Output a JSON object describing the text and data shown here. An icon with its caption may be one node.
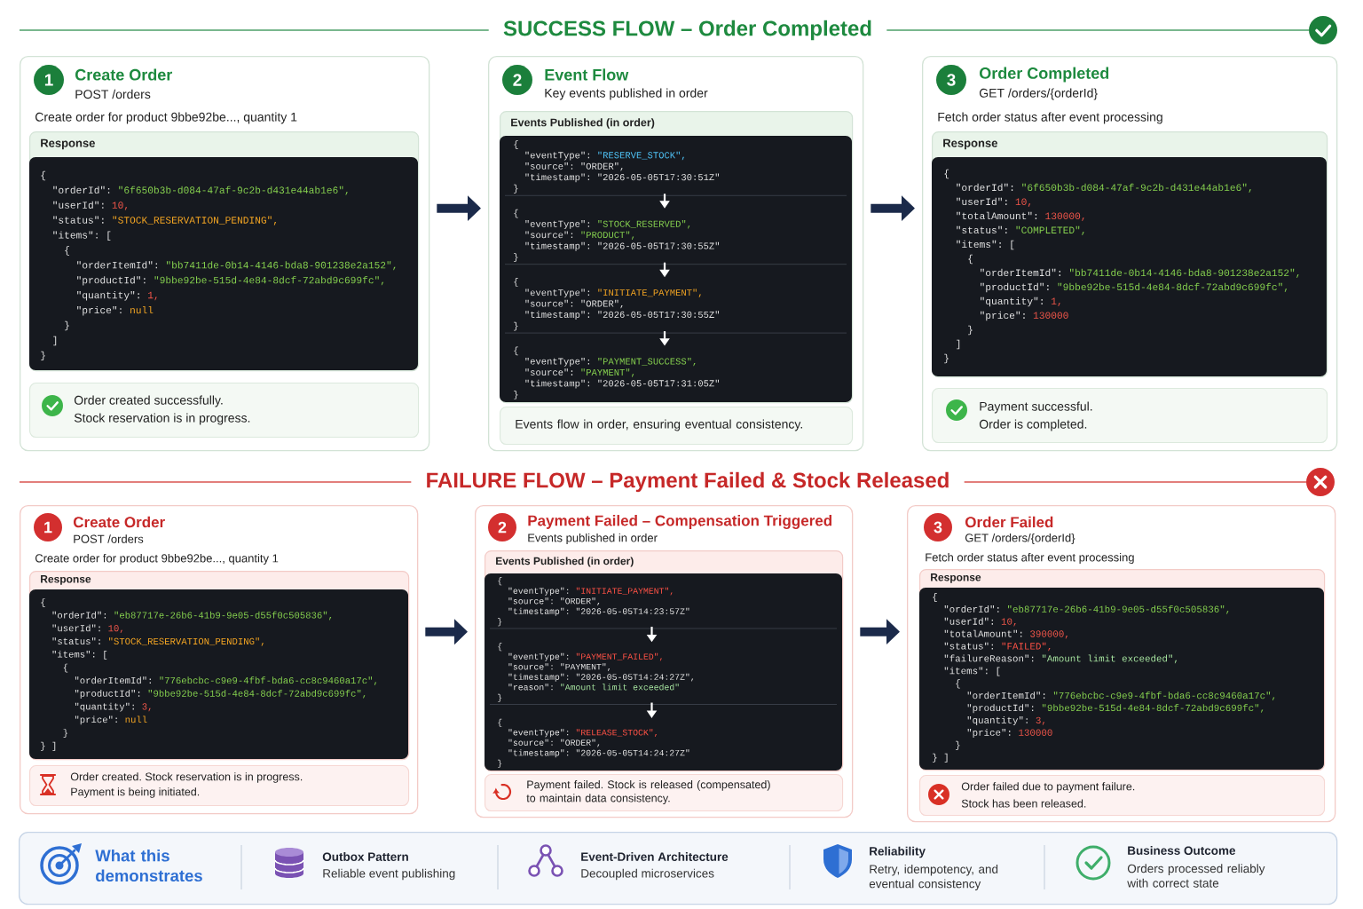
{
  "diagram": {
    "nodes": [
      {
        "text": [
          "Create Order",
          "POST /orders",
          "Create order for product 9bbe92be..., quantity 1"
        ]
      },
      {
        "text": [
          "1"
        ],
        "in": 0
      },
      {
        "text": [
          "Response"
        ],
        "in": 0
      },
      {
        "text": [
          "{",
          "\"orderId\": \"6f650b3b-d084-47af-9c2b-d431e44ab1e6\",",
          "\"userId\": 10,",
          "\"status\": \"STOCK_RESERVATION_PENDING\",",
          "\"items\": [",
          "{",
          "\"orderItemId\": \"bb7411de-0b14-4146-bda8-901238e2a152\",",
          "\"productId\": \"9bbe92be-515d-4e84-8dcf-72abd9c699fc\",",
          "\"quantity\": 1,",
          "\"price\": null",
          "}",
          "]",
          "}"
        ],
        "in": 2
      },
      {
        "text": [
          "Order created successfully.",
          "Stock reservation is in progress."
        ],
        "in": 0
      },
      {
        "text": [
          "Event Flow",
          "Key events published in order"
        ]
      },
      {
        "text": [
          "2"
        ],
        "in": 5
      },
      {
        "text": [
          "Events Published (in order)"
        ],
        "in": 5
      },
      {
        "text": [],
        "shape": "box",
        "in": 7
      },
      {
        "text": [
          "{",
          "\"eventType\": \"RESERVE_STOCK\",",
          "\"source\": \"ORDER\",",
          "\"timestamp\": \"2026-05-05T17:30:51Z\"",
          "}"
        ],
        "in": 8
      },
      {
        "text": [
          "{",
          "\"eventType\": \"STOCK_RESERVED\",",
          "\"source\": \"PRODUCT\",",
          "\"timestamp\": \"2026-05-05T17:30:55Z\"",
          "}"
        ],
        "in": 8
      },
      {
        "text": [
          "{",
          "\"eventType\": \"INITIATE_PAYMENT\",",
          "\"source\": \"ORDER\",",
          "\"timestamp\": \"2026-05-05T17:30:55Z\"",
          "}"
        ],
        "in": 8
      },
      {
        "text": [
          "{",
          "\"eventType\": \"PAYMENT_SUCCESS\",",
          "\"source\": \"PAYMENT\",",
          "\"timestamp\": \"2026-05-05T17:31:05Z\"",
          "}"
        ],
        "in": 8
      },
      {
        "text": [
          "Events flow in order, ensuring eventual consistency."
        ],
        "in": 5
      },
      {
        "text": [
          "Order Completed",
          "GET /orders/{orderId}",
          "Fetch order status after event processing"
        ]
      },
      {
        "text": [
          "3"
        ],
        "in": 14
      },
      {
        "text": [
          "Response"
        ],
        "in": 14
      },
      {
        "text": [
          "{",
          "\"orderId\": \"6f650b3b-d084-47af-9c2b-d431e44ab1e6\",",
          "\"userId\": 10,",
          "\"totalAmount\": 130000,",
          "\"status\": \"COMPLETED\",",
          "\"items\": [",
          "{",
          "\"orderItemId\": \"bb7411de-0b14-4146-bda8-901238e2a152\",",
          "\"productId\": \"9bbe92be-515d-4e84-8dcf-72abd9c699fc\",",
          "\"quantity\": 1,",
          "\"price\": 130000",
          "}",
          "]",
          "}"
        ],
        "in": 16
      },
      {
        "text": [
          "Payment successful.",
          "Order is completed."
        ],
        "in": 14
      },
      {
        "text": [
          "Create Order",
          "POST /orders",
          "Create order for product 9bbe92be..., quantity 1"
        ]
      },
      {
        "text": [
          "1"
        ],
        "in": 19
      },
      {
        "text": [
          "Response"
        ],
        "in": 19
      },
      {
        "text": [
          "{",
          "\"orderId\": \"eb87717e-26b6-41b9-9e05-d55f0c505836\",",
          "\"userId\": 10,",
          "\"status\": \"STOCK_RESERVATION_PENDING\",",
          "\"items\": [",
          "{",
          "\"orderItemId\": \"776ebcbc-c9e9-4fbf-bda6-cc8c9460a17c\",",
          "\"productId\": \"9bbe92be-515d-4e84-8dcf-72abd9c699fc\",",
          "\"quantity\": 3,",
          "\"price\": null",
          "}",
          "} ]"
        ],
        "in": 21
      },
      {
        "text": [
          "Order created. Stock reservation is in progress.",
          "Payment is being initiated."
        ],
        "in": 19
      },
      {
        "text": [
          "Payment Failed – Compensation Triggered",
          "Events published in order"
        ]
      },
      {
        "text": [
          "2"
        ],
        "in": 24
      },
      {
        "text": [
          "Events Published (in order)"
        ],
        "in": 24
      },
      {
        "text": [],
        "shape": "box",
        "in": 26
      },
      {
        "text": [
          "{",
          "\"eventType\": \"INITIATE_PAYMENT\",",
          "\"source\": \"ORDER\",",
          "\"timestamp\": \"2026-05-05T14:23:57Z\"",
          "}"
        ],
        "in": 27
      },
      {
        "text": [
          "{",
          "\"eventType\": \"PAYMENT_FAILED\",",
          "\"source\": \"PAYMENT\",",
          "\"timestamp\": \"2026-05-05T14:24:27Z\",",
          "\"reason\": \"Amount limit exceeded\"",
          "}"
        ],
        "in": 27
      },
      {
        "text": [
          "{",
          "\"eventType\": \"RELEASE_STOCK\",",
          "\"source\": \"ORDER\",",
          "\"timestamp\": \"2026-05-05T14:24:27Z\"",
          "}"
        ],
        "in": 27
      },
      {
        "text": [
          "Payment failed. Stock is released (compensated) to maintain data consistency."
        ],
        "in": 24
      },
      {
        "text": [
          "Order Failed",
          "GET /orders/{orderId}",
          "Fetch order status after event processing"
        ]
      },
      {
        "text": [
          "3"
        ],
        "in": 32
      },
      {
        "text": [
          "Response"
        ],
        "in": 32
      },
      {
        "text": [
          "{",
          "\"orderId\": \"eb87717e-26b6-41b9-9e05-d55f0c505836\",",
          "\"userId\": 10,",
          "\"totalAmount\": 390000,",
          "\"status\": \"FAILED\",",
          "\"failureReason\": \"Amount limit exceeded\",",
          "\"items\": [",
          "{",
          "\"orderItemId\": \"776ebcbc-c9e9-4fbf-bda6-cc8c9460a17c\",",
          "\"productId\": \"9bbe92be-515d-4e84-8dcf-72abd9c699fc\",",
          "\"quantity\": 3,",
          "\"price\": 130000",
          "}",
          "} ]"
        ],
        "in": 34
      },
      {
        "text": [
          "Order failed due to payment failure.",
          "Stock has been released."
        ],
        "in": 32
      },
      {
        "text": [
          "What this demonstrates",
          "Outbox Pattern",
          "Reliable event publishing",
          "Event-Driven Architecture",
          "Decoupled microservices",
          "Reliability",
          "Retry, idempotency, and eventual consistency",
          "Business Outcome",
          "Orders processed reliably with correct state"
        ]
      }
    ],
    "edges": [
      {
        "from": 0,
        "to": 5,
        "arrow": "to",
        "style": "thick",
        "color": "#1b2a4a"
      },
      {
        "from": 5,
        "to": 14,
        "arrow": "to",
        "style": "thick",
        "color": "#1b2a4a"
      },
      {
        "from": 9,
        "to": 10,
        "arrow": "to"
      },
      {
        "from": 10,
        "to": 11,
        "arrow": "to"
      },
      {
        "from": 11,
        "to": 12,
        "arrow": "to"
      },
      {
        "from": 19,
        "to": 24,
        "arrow": "to",
        "style": "thick",
        "color": "#1b2a4a"
      },
      {
        "from": 24,
        "to": 32,
        "arrow": "to",
        "style": "thick",
        "color": "#1b2a4a"
      },
      {
        "from": 28,
        "to": 29,
        "arrow": "to"
      },
      {
        "from": 29,
        "to": 30,
        "arrow": "to"
      }
    ],
    "labels": [
      "SUCCESS FLOW – Order Completed",
      "FAILURE FLOW – Payment Failed & Stock Released"
    ]
  }
}
